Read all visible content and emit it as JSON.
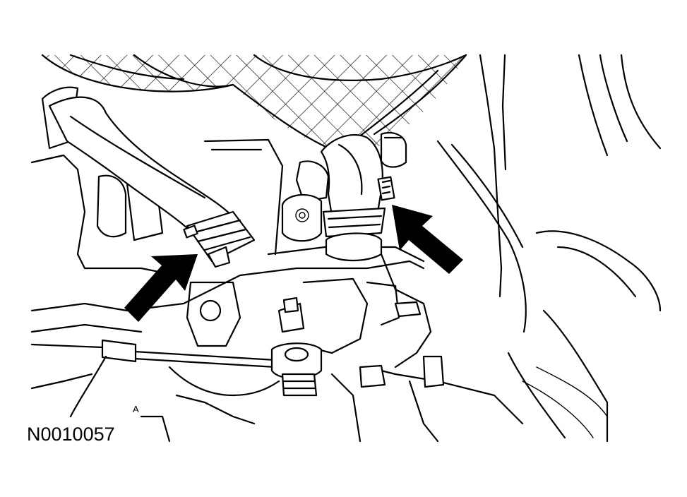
{
  "figure": {
    "reference_id": "N0010057",
    "marker_letter": "A",
    "callout_count": 2,
    "colors": {
      "line": "#000000",
      "background": "#ffffff"
    }
  }
}
